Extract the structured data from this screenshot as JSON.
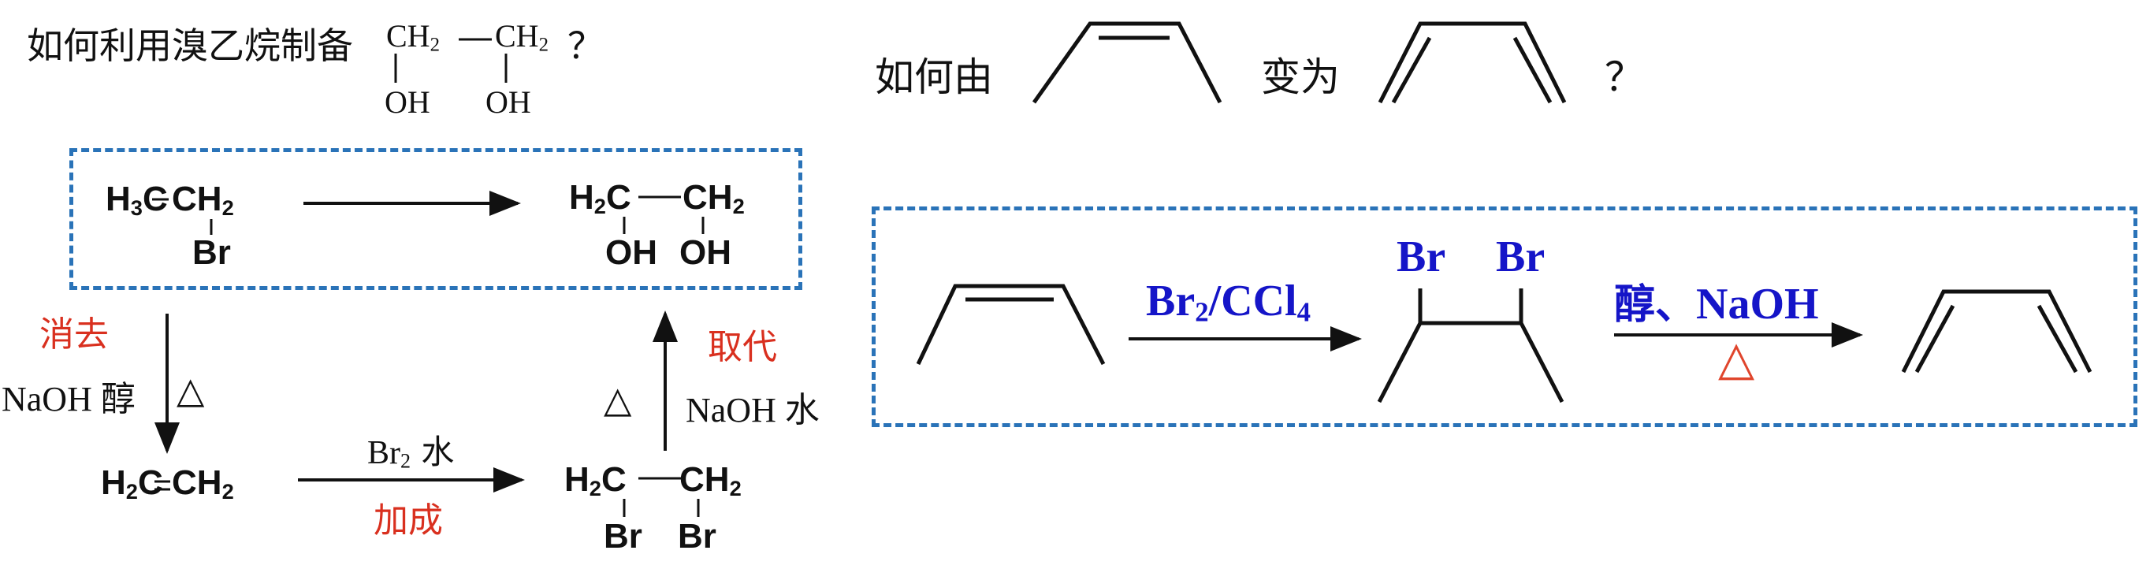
{
  "left": {
    "question": "如何利用溴乙烷制备",
    "question_mark": "？",
    "target_top_left": "CH",
    "target_top_left_sub": "2",
    "target_top_right": "CH",
    "target_top_right_sub": "2",
    "target_oh_left": "OH",
    "target_oh_right": "OH",
    "start_top_a": "H",
    "start_top_a_sub": "3",
    "start_top_b": "C",
    "start_top_c": "CH",
    "start_top_c_sub": "2",
    "start_br": "Br",
    "product_left": "H",
    "product_left_sub": "2",
    "product_left_c": "C",
    "product_right": "CH",
    "product_right_sub": "2",
    "product_oh_left": "OH",
    "product_oh_right": "OH",
    "elim_label": "消去",
    "elim_reagent": "NaOH 醇",
    "elim_heat": "△",
    "ethene_a": "H",
    "ethene_a_sub": "2",
    "ethene_b": "C",
    "ethene_c": "CH",
    "ethene_c_sub": "2",
    "add_reagent_a": "Br",
    "add_reagent_sub": "2",
    "add_reagent_b": " 水",
    "add_label": "加成",
    "dibromo_left": "H",
    "dibromo_left_sub": "2",
    "dibromo_left_c": "C",
    "dibromo_right": "CH",
    "dibromo_right_sub": "2",
    "dibromo_br_left": "Br",
    "dibromo_br_right": "Br",
    "sub_label": "取代",
    "sub_heat": "△",
    "sub_reagent": "NaOH 水"
  },
  "right": {
    "question_a": "如何由",
    "question_b": "变为",
    "question_mark": "？",
    "reagent1_a": "Br",
    "reagent1_sub1": "2",
    "reagent1_b": "/CCl",
    "reagent1_sub2": "4",
    "br_left": "Br",
    "br_right": "Br",
    "reagent2_a": "醇、",
    "reagent2_b": "NaOH",
    "heat": "△"
  },
  "colors": {
    "box_border": "#2a73b8",
    "red_label": "#d9301f",
    "blue_reagent": "#1515c8"
  }
}
